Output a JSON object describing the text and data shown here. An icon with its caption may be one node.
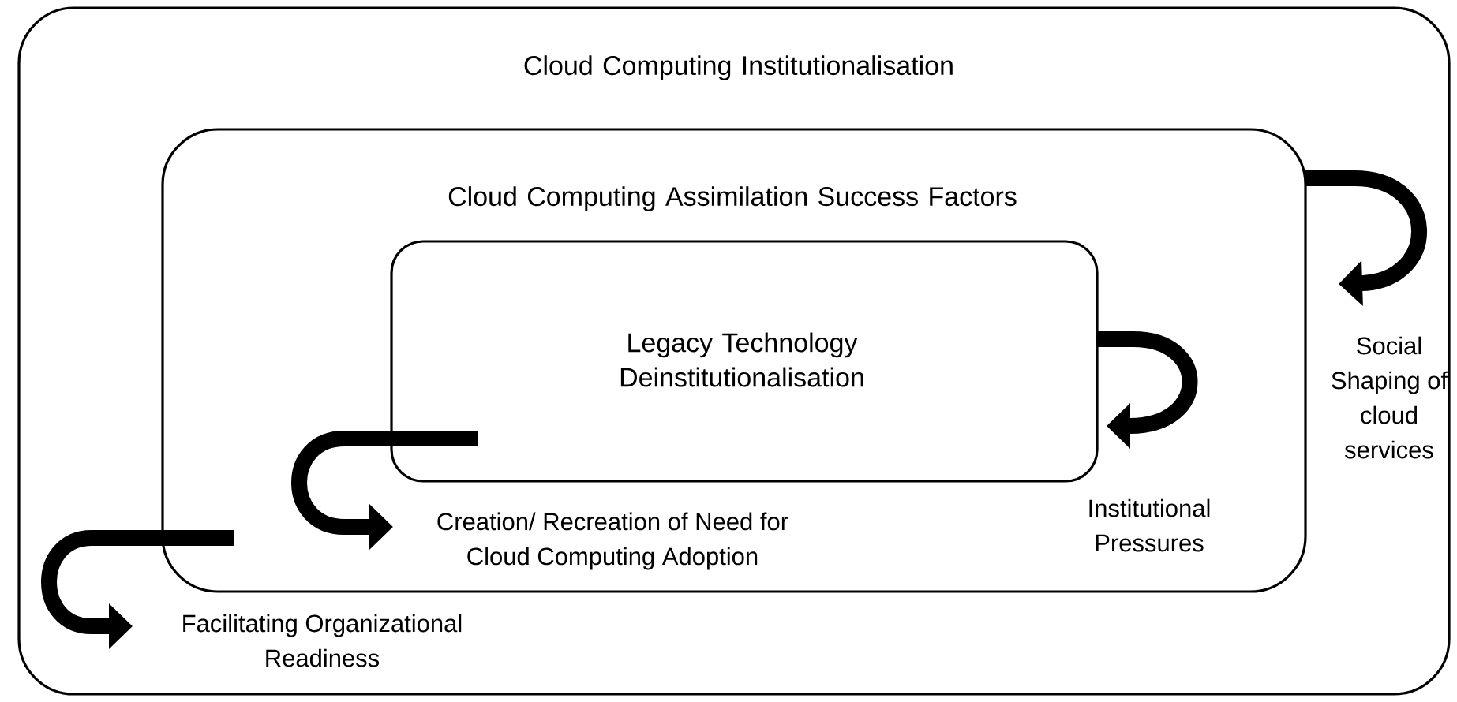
{
  "diagram": {
    "nodes": [
      {
        "text": [
          "Cloud Computing Institutionalisation"
        ]
      },
      {
        "text": [
          "Cloud Computing Assimilation Success Factors"
        ],
        "in": 0
      },
      {
        "text": [
          "Legacy Technology Deinstitutionalisation"
        ],
        "in": 1
      }
    ],
    "edges": [
      {
        "from": 1,
        "to": null,
        "arrow": "to",
        "label": "Social Shaping of cloud services"
      },
      {
        "from": 2,
        "to": null,
        "arrow": "to",
        "label": "Institutional Pressures"
      },
      {
        "from": 2,
        "to": null,
        "arrow": "to",
        "label": "Creation/ Recreation of Need for Cloud Computing Adoption"
      },
      {
        "from": 1,
        "to": null,
        "arrow": "to",
        "label": "Facilitating Organizational Readiness"
      }
    ]
  }
}
